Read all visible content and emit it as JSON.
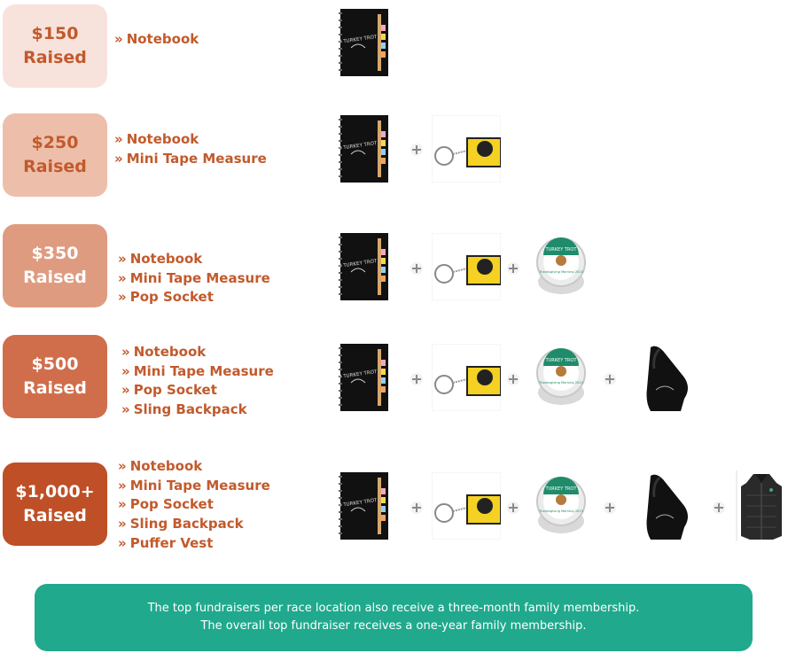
{
  "bullet": "»",
  "tiers": [
    {
      "amount": "$150",
      "label": "Raised",
      "bg": "#f8e3dc",
      "fg": "#c25a2c",
      "items": [
        "Notebook"
      ]
    },
    {
      "amount": "$250",
      "label": "Raised",
      "bg": "#edbfab",
      "fg": "#c25a2c",
      "items": [
        "Notebook",
        "Mini Tape Measure"
      ]
    },
    {
      "amount": "$350",
      "label": "Raised",
      "bg": "#df9b80",
      "fg": "#ffffff",
      "items": [
        "Notebook",
        "Mini Tape Measure",
        "Pop Socket"
      ]
    },
    {
      "amount": "$500",
      "label": "Raised",
      "bg": "#d06e4c",
      "fg": "#ffffff",
      "items": [
        "Notebook",
        "Mini Tape Measure",
        "Pop Socket",
        "Sling Backpack"
      ]
    },
    {
      "amount": "$1,000+",
      "label": "Raised",
      "bg": "#bf4f26",
      "fg": "#ffffff",
      "items": [
        "Notebook",
        "Mini Tape Measure",
        "Pop Socket",
        "Sling Backpack",
        "Puffer Vest"
      ]
    }
  ],
  "products": {
    "notebook_text": "Y TURKEY TROT",
    "popsocket_top": "TURKEY TROT",
    "popsocket_bottom": "Thanksgiving Morning 2023"
  },
  "footer": {
    "line1": "The top fundraisers per race location also receive a three-month family membership.",
    "line2": "The overall top fundraiser receives a one-year family membership."
  },
  "colors": {
    "accent": "#c25a2c",
    "footer_bg": "#20a98d"
  }
}
